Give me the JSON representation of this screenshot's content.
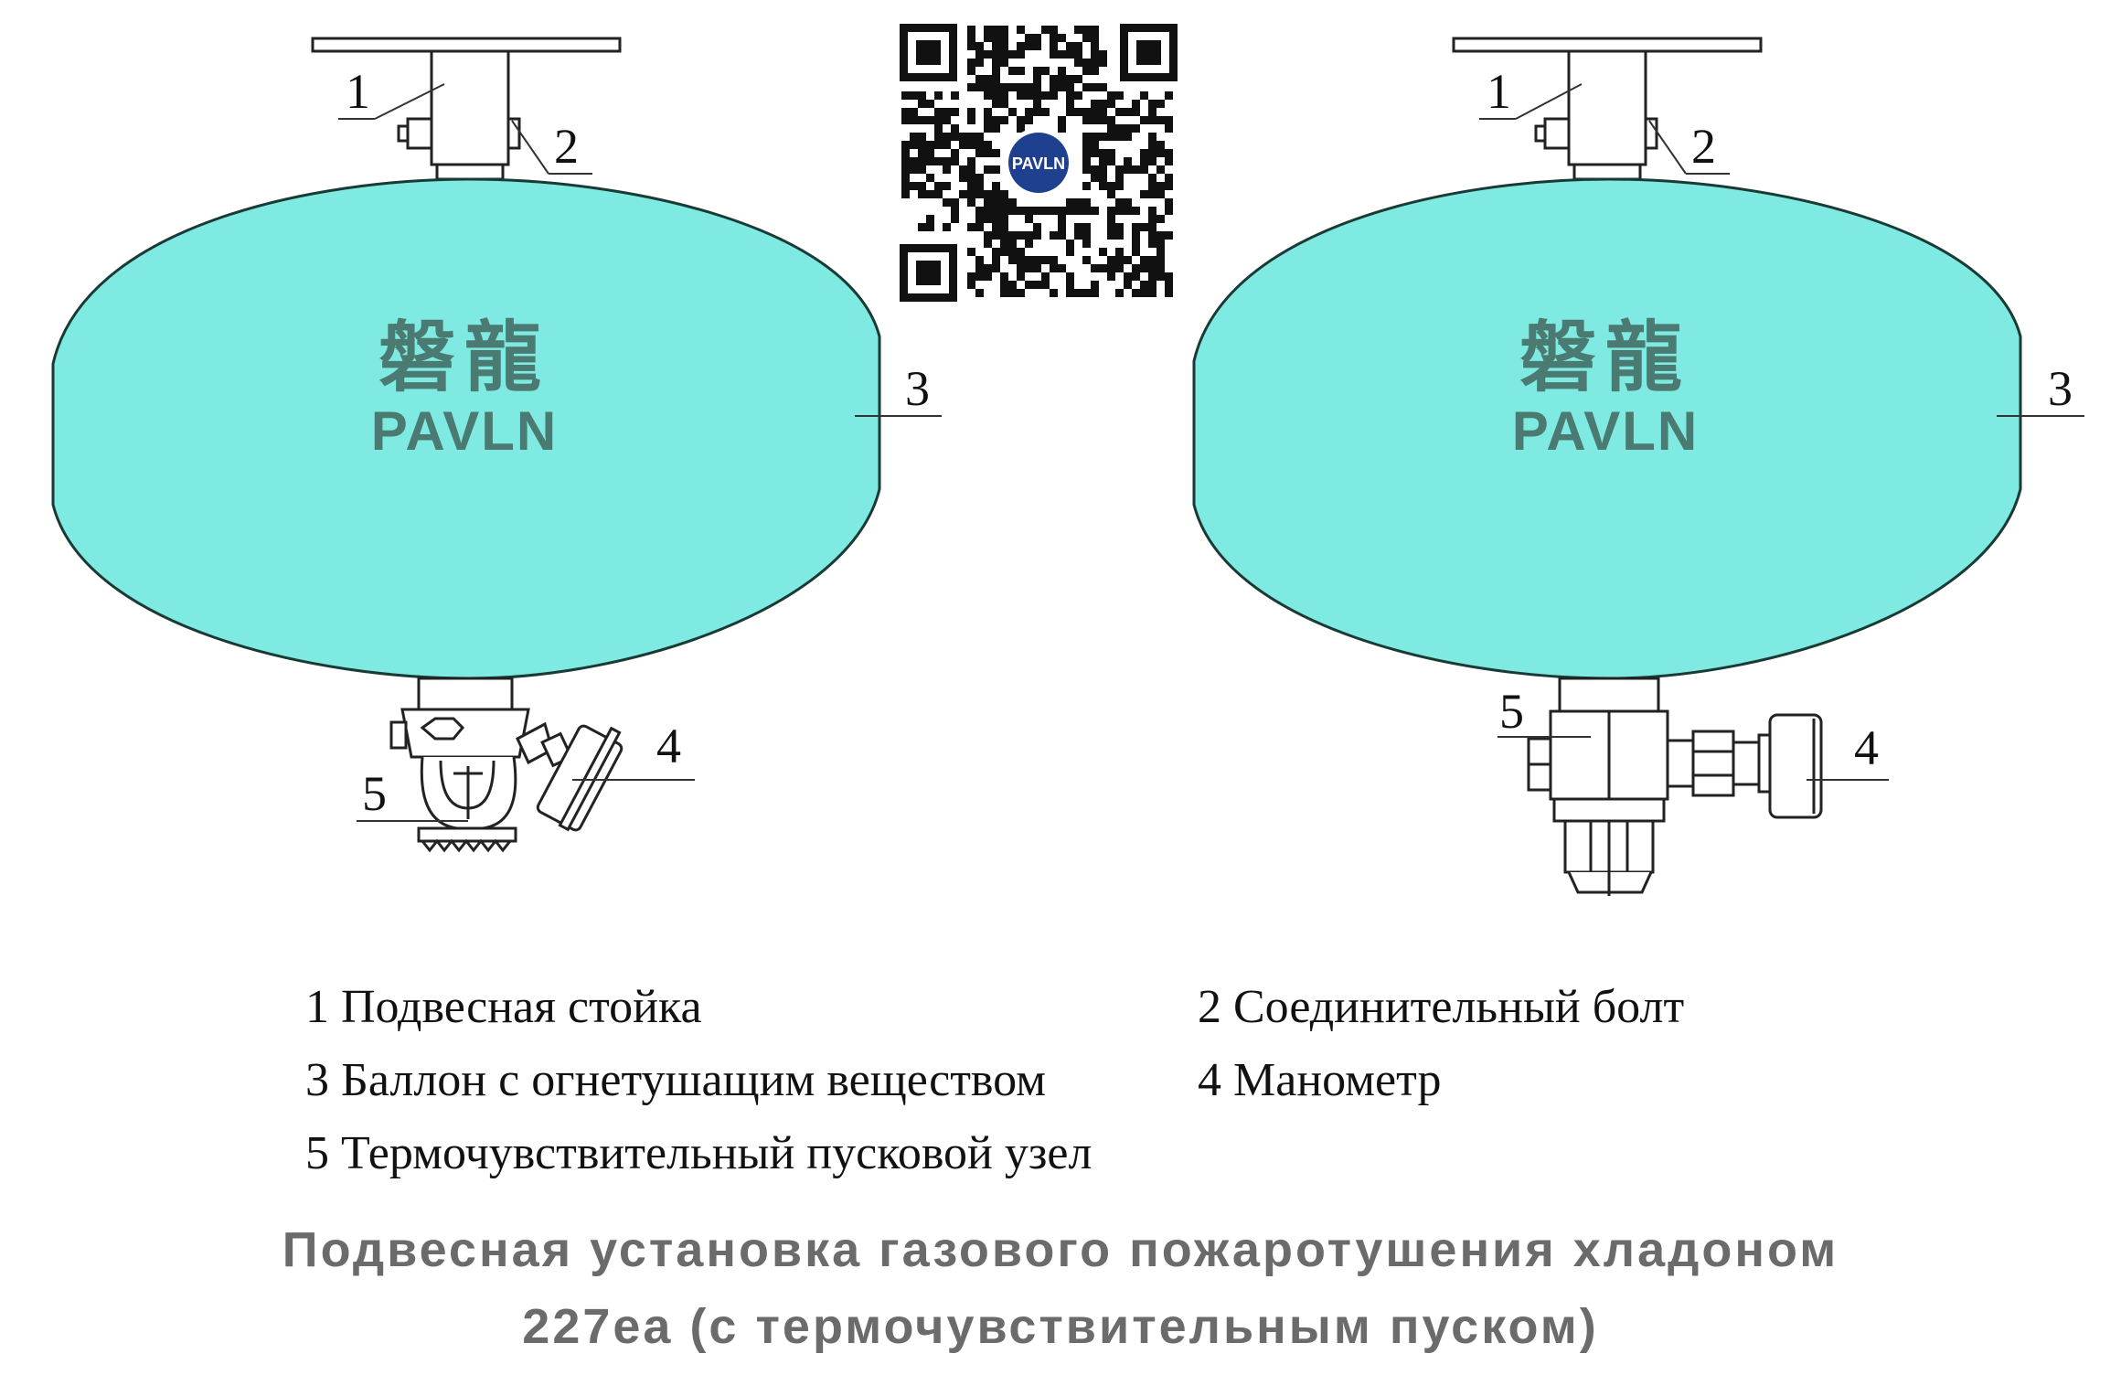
{
  "callouts": [
    "1",
    "2",
    "3",
    "4",
    "5"
  ],
  "brand": {
    "name_cn": "磐龍",
    "name_en": "PAVLN",
    "qr_logo": "PAVLN",
    "tank_color": "#7feae1",
    "text_color": "#4a7a72"
  },
  "legend": {
    "item1": "1 Подвесная стойка",
    "item2": "2 Соединительный болт",
    "item3": "3 Баллон с огнетушащим веществом",
    "item4": "4 Манометр",
    "item5": "5 Термочувствительный пусковой узел"
  },
  "title": {
    "line1": "Подвесная установка газового пожаротушения хладоном",
    "line2": "227ea (с термочувствительным пуском)"
  },
  "icons": [
    "qr-code-icon",
    "pavln-logo-icon"
  ]
}
